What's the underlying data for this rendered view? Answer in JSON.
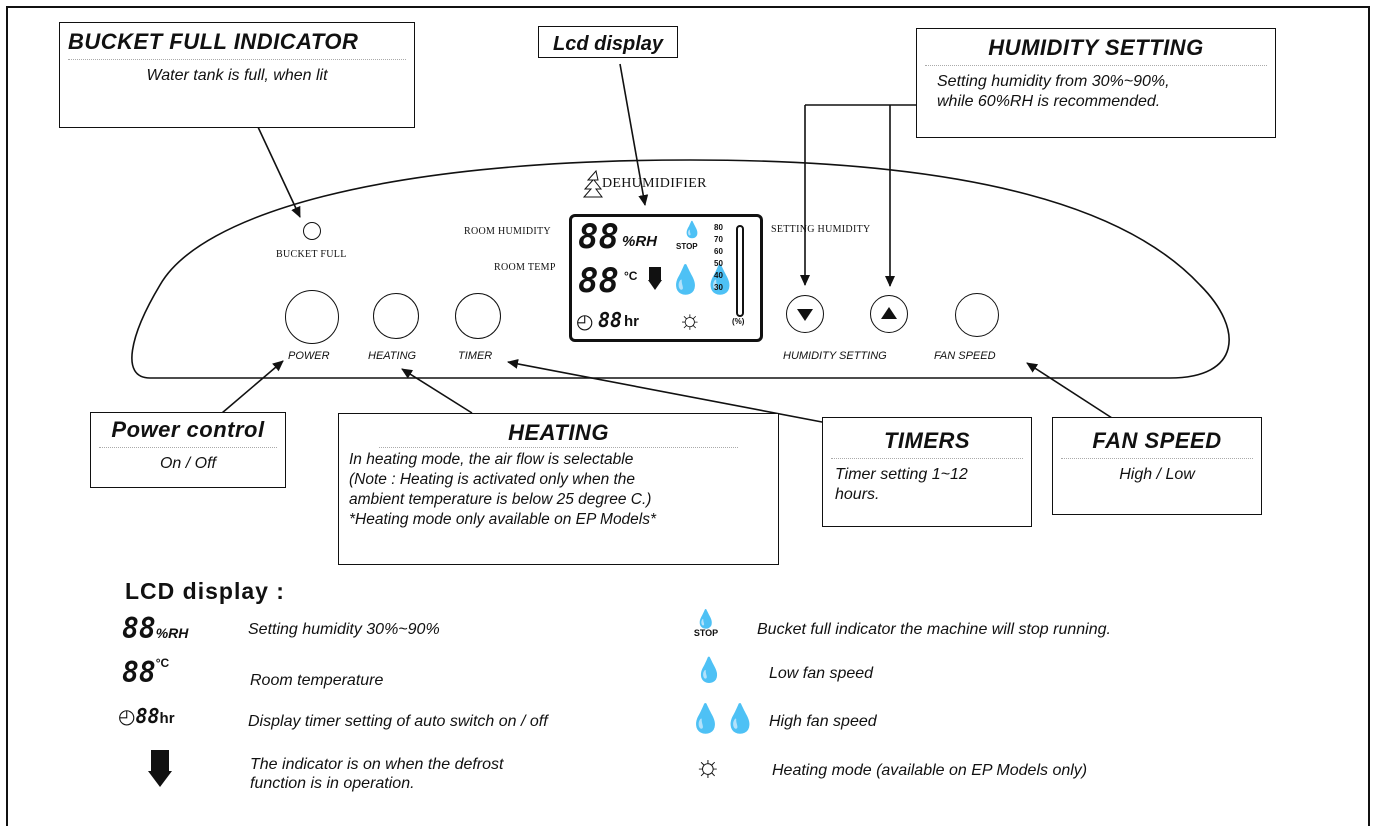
{
  "panel": {
    "brand": "DEHUMIDIFIER",
    "bucket_full_label": "BUCKET FULL",
    "room_humidity_label": "ROOM HUMIDITY",
    "room_temp_label": "ROOM TEMP",
    "setting_humidity_label": "SETTING HUMIDITY",
    "buttons": {
      "power": "POWER",
      "heating": "HEATING",
      "timer": "TIMER",
      "humidity_setting": "HUMIDITY SETTING",
      "fan_speed": "FAN SPEED"
    },
    "lcd": {
      "digits": "88",
      "rh_unit": "%RH",
      "temp_unit": "°C",
      "stop": "STOP",
      "hr": "hr",
      "scale": [
        "80",
        "70",
        "60",
        "50",
        "40",
        "30"
      ],
      "scale_unit": "(%)"
    }
  },
  "callouts": {
    "bucket_full": {
      "title": "BUCKET FULL INDICATOR",
      "body": "Water tank is full, when lit"
    },
    "lcd": {
      "title": "Lcd display"
    },
    "humidity_setting": {
      "title": "HUMIDITY SETTING",
      "line1": "Setting humidity from 30%~90%,",
      "line2": "while 60%RH is recommended."
    },
    "power": {
      "title": "Power control",
      "body": "On / Off"
    },
    "heating": {
      "title": "HEATING",
      "line1": "In heating mode, the air flow is selectable",
      "line2": "(Note : Heating is activated only when the",
      "line3": "ambient temperature is below 25 degree C.)",
      "line4": "*Heating mode only available on EP Models*"
    },
    "timers": {
      "title": "TIMERS",
      "line1": "Timer setting 1~12",
      "line2": "hours."
    },
    "fan_speed": {
      "title": "FAN SPEED",
      "body": "High / Low"
    }
  },
  "legend": {
    "title": "LCD display :",
    "items": {
      "humidity": "Setting humidity 30%~90%",
      "temp": "Room temperature",
      "timer": "Display timer setting of auto switch on / off",
      "defrost_1": "The indicator is on when the defrost",
      "defrost_2": "function is in operation.",
      "bucket": "Bucket full indicator the machine will stop running.",
      "low_fan": "Low fan speed",
      "high_fan": "High fan speed",
      "heating": "Heating mode (available on EP Models only)"
    }
  },
  "colors": {
    "ink": "#111111",
    "background": "#ffffff"
  }
}
